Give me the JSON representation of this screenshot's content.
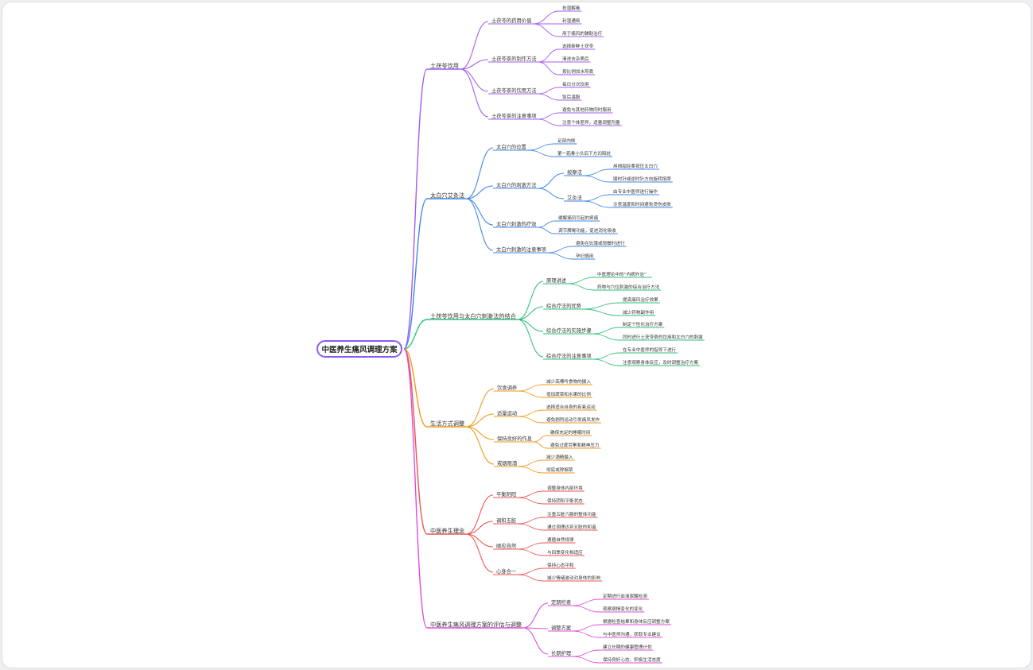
{
  "root": "中医养生痛风调理方案",
  "colors": {
    "purple": "#a35cf0",
    "blue": "#3f87e8",
    "green": "#2fc27a",
    "orange": "#f29a1b",
    "red": "#ef5350",
    "pink": "#e04dd6"
  },
  "branches": [
    {
      "label": "土茯苓饮用",
      "color": "purple",
      "children": [
        {
          "label": "土茯苓的药用价值",
          "children": [
            "祛湿解毒",
            "利湿通络",
            "用于痛风的辅助治疗"
          ]
        },
        {
          "label": "土茯苓茶的制作方法",
          "children": [
            "选择新鲜土茯苓",
            "清洗去杂质后",
            "按比例加水煎煮"
          ]
        },
        {
          "label": "土茯苓茶的饮用方法",
          "children": [
            "每日分次饮用",
            "饭后温服"
          ]
        },
        {
          "label": "土茯苓茶的注意事项",
          "children": [
            "避免与其他药物同时服用",
            "注意个体差异，适量调整剂量"
          ]
        }
      ]
    },
    {
      "label": "太白穴艾灸法",
      "color": "blue",
      "children": [
        {
          "label": "太白穴的位置",
          "children": [
            "足部内侧",
            "第一跖骨小头后下方凹陷处"
          ]
        },
        {
          "label": "太白穴的刺激方法",
          "children": [
            {
              "label": "按摩法",
              "children": [
                "用拇指轻柔按压太白穴",
                "顺时针或逆时针方向旋转按摩"
              ]
            },
            {
              "label": "艾灸法",
              "children": [
                "由专业中医师进行操作",
                "注意温度和时间避免烫伤皮肤"
              ]
            }
          ]
        },
        {
          "label": "太白穴刺激的疗效",
          "children": [
            "缓解痛风引起的疼痛",
            "调节脾胃功能，促进消化吸收"
          ]
        },
        {
          "label": "太白穴刺激的注意事项",
          "children": [
            "避免在饥饿或饱餐时进行",
            "孕妇慎用"
          ]
        }
      ]
    },
    {
      "label": "土茯苓饮用与太白穴刺激法的结合",
      "color": "green",
      "children": [
        {
          "label": "原理讲述",
          "children": [
            "中医理论中的“内病外治”",
            "药物与穴位刺激的综合治疗方法"
          ]
        },
        {
          "label": "综合疗法的优势",
          "children": [
            "提高痛风治疗效果",
            "减少药物副作用"
          ]
        },
        {
          "label": "综合疗法的实施步骤",
          "children": [
            "制定个性化治疗方案",
            "同时进行土茯苓茶的饮用和太白穴的刺激"
          ]
        },
        {
          "label": "综合疗法的注意事项",
          "children": [
            "在专业中医师的指导下进行",
            "注意观察身体反应，及时调整治疗方案"
          ]
        }
      ]
    },
    {
      "label": "生活方式调整",
      "color": "orange",
      "children": [
        {
          "label": "饮食调养",
          "children": [
            "减少高嘌呤食物的摄入",
            "增加蔬菜和水果的比例"
          ]
        },
        {
          "label": "适量运动",
          "children": [
            "选择适合自身的有氧运动",
            "避免剧烈运动引发痛风发作"
          ]
        },
        {
          "label": "保持良好的作息",
          "children": [
            "确保充足的睡眠时间",
            "避免过度劳累和精神压力"
          ]
        },
        {
          "label": "戒烟限酒",
          "children": [
            "减少酒精摄入",
            "彻底戒除烟草"
          ]
        }
      ]
    },
    {
      "label": "中医养生理念",
      "color": "red",
      "children": [
        {
          "label": "平衡阴阳",
          "children": [
            "调整身体内部环境",
            "保持阴阳平衡状态"
          ]
        },
        {
          "label": "调和五脏",
          "children": [
            "注重五脏六腑的整体功能",
            "通过调理达到五脏的和谐"
          ]
        },
        {
          "label": "顺应自然",
          "children": [
            "遵循自然规律",
            "与四季变化相适应"
          ]
        },
        {
          "label": "心身合一",
          "children": [
            "保持心态平和",
            "减少情绪波动对身体的影响"
          ]
        }
      ]
    },
    {
      "label": "中医养生痛风调理方案的评估与调整",
      "color": "pink",
      "children": [
        {
          "label": "定期检查",
          "children": [
            "定期进行血液尿酸检测",
            "观察病情变化的变化"
          ]
        },
        {
          "label": "调整方案",
          "children": [
            "根据检查结果和身体反应调整方案",
            "与中医师沟通，获取专业建议"
          ]
        },
        {
          "label": "长期护理",
          "children": [
            "建立长期的健康管理计划",
            "保持良好心态，积极生活态度"
          ]
        }
      ]
    }
  ]
}
